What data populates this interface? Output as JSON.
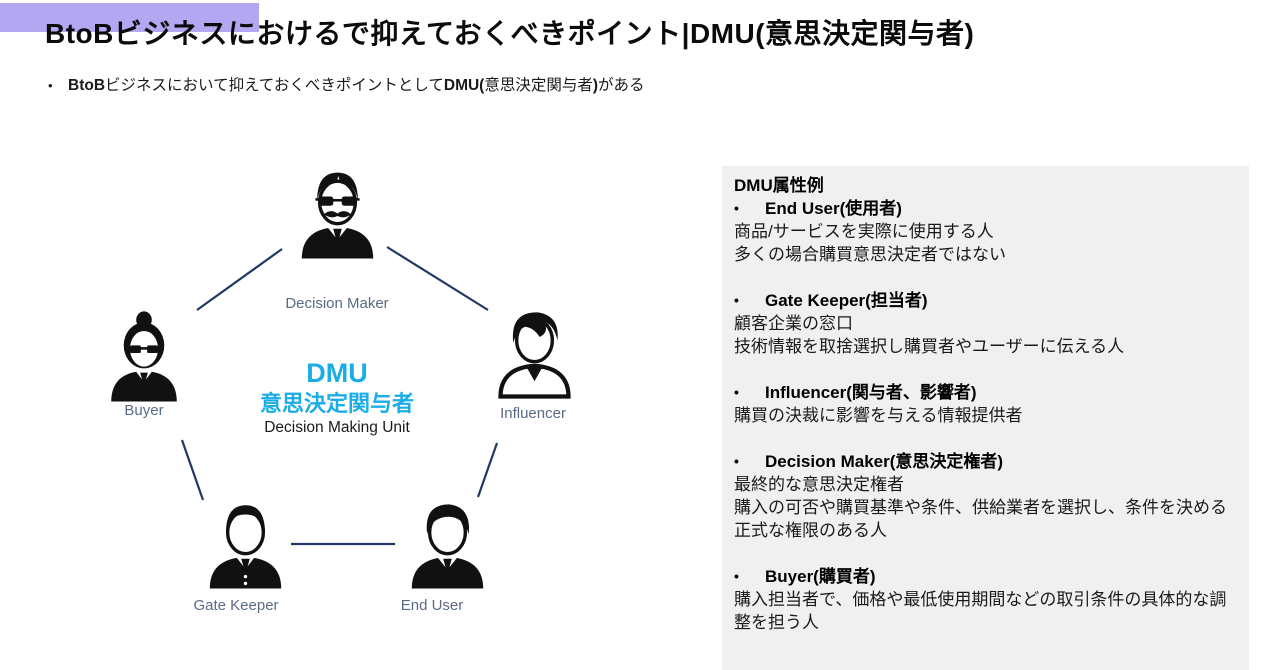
{
  "title": "BtoBビジネスにおけるで抑えておくべきポイント|DMU(意思決定関与者)",
  "bullet": {
    "marker": "•",
    "segments": [
      {
        "text": "BtoB",
        "bold": true
      },
      {
        "text": "ビジネスにおいて抑えておくべきポイントとして",
        "bold": false
      },
      {
        "text": "DMU(",
        "bold": true
      },
      {
        "text": "意思決定関与者",
        "bold": false
      },
      {
        "text": ")",
        "bold": true
      },
      {
        "text": "がある",
        "bold": false
      }
    ]
  },
  "diagram": {
    "center": {
      "line1": "DMU",
      "line2": "意思決定関与者",
      "line3": "Decision Making Unit"
    },
    "nodes": {
      "decision_maker": "Decision Maker",
      "buyer": "Buyer",
      "influencer": "Influencer",
      "gate_keeper": "Gate Keeper",
      "end_user": "End User"
    },
    "icons": [
      "decision-maker-person-icon",
      "buyer-person-icon",
      "influencer-person-icon",
      "gate-keeper-person-icon",
      "end-user-person-icon"
    ],
    "colors": {
      "center_cyan": "#1badе8",
      "connector_navy": "#1f3864",
      "label_gray": "#5a6a85",
      "silhouette_black": "#111111"
    }
  },
  "panel": {
    "title": "DMU属性例",
    "bullet_marker": "•",
    "sections": [
      {
        "heading": "End User(使用者)",
        "lines": [
          "商品/サービスを実際に使用する人",
          "多くの場合購買意思決定者ではない"
        ]
      },
      {
        "heading": "Gate Keeper(担当者)",
        "lines": [
          "顧客企業の窓口",
          "技術情報を取捨選択し購買者やユーザーに伝える人"
        ]
      },
      {
        "heading": "Influencer(関与者、影響者)",
        "lines": [
          "購買の決裁に影響を与える情報提供者"
        ]
      },
      {
        "heading": "Decision Maker(意思決定権者)",
        "lines": [
          "最終的な意思決定権者",
          "購入の可否や購買基準や条件、供給業者を選択し、条件を決める正式な権限のある人"
        ]
      },
      {
        "heading": "Buyer(購買者)",
        "lines": [
          "購入担当者で、価格や最低使用期間などの取引条件の具体的な調整を担う人"
        ]
      }
    ]
  },
  "colors": {
    "accent_purple": "#b3a7f2",
    "panel_bg": "#f0f0f0"
  }
}
